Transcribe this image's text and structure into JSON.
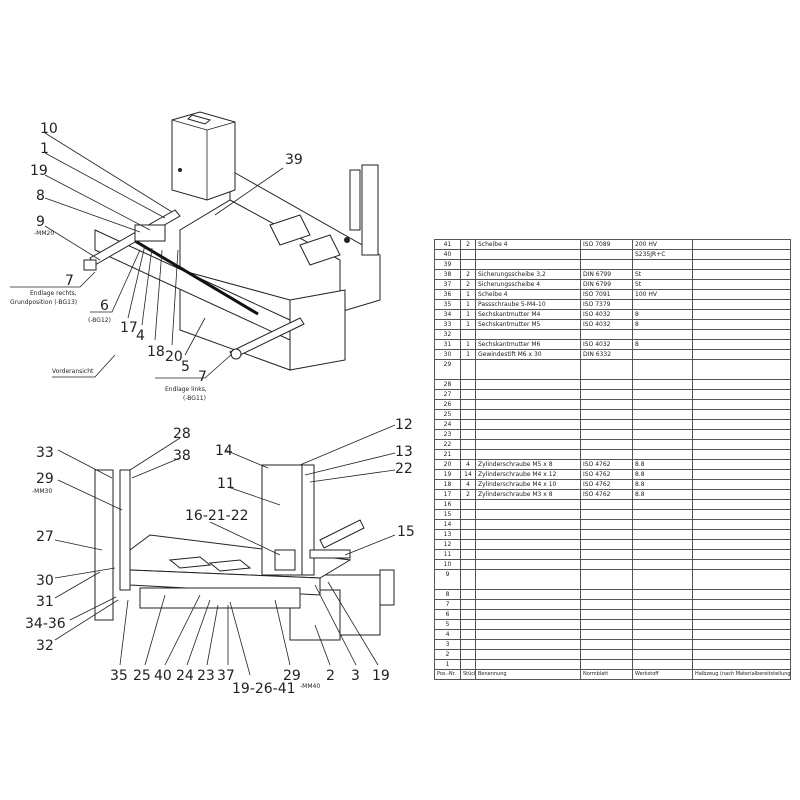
{
  "top_view": {
    "callouts": [
      "10",
      "1",
      "19",
      "8",
      "9",
      "7",
      "6",
      "17",
      "4",
      "18",
      "20",
      "5",
      "7",
      "39"
    ],
    "notes": {
      "mm20": "-MM20",
      "endlage_rechts_1": "Endlage rechts,",
      "endlage_rechts_2": "Grundposition (-BG13)",
      "bg12": "(-BG12)",
      "endlage_links_1": "Endlage links,",
      "endlage_links_2": "(-BG11)",
      "vorderansicht": "Vorderansicht"
    }
  },
  "bottom_view": {
    "callouts": [
      "33",
      "28",
      "38",
      "29",
      "27",
      "30",
      "31",
      "34-36",
      "32",
      "35",
      "25",
      "40",
      "24",
      "23",
      "37",
      "19-26-41",
      "29",
      "2",
      "3",
      "19",
      "14",
      "12",
      "13",
      "22",
      "11",
      "16-21-22",
      "15"
    ],
    "notes": {
      "mm30": "-MM30",
      "mm40": "-MM40"
    }
  },
  "parts_list": {
    "columns": [
      "Pos.-Nr.",
      "Stück",
      "Benennung",
      "Normblatt",
      "Werkstoff",
      "Halbzeug (nach Materialbereitstellungsliste)"
    ],
    "rows": [
      {
        "pos": "41",
        "qty": "2",
        "name": "Scheibe 4",
        "norm": "ISO 7089",
        "material": "200 HV",
        "semi": ""
      },
      {
        "pos": "40",
        "qty": "",
        "name": "",
        "norm": "",
        "material": "S235JR+C",
        "semi": ""
      },
      {
        "pos": "39",
        "qty": "",
        "name": "",
        "norm": "",
        "material": "",
        "semi": ""
      },
      {
        "pos": "38",
        "qty": "2",
        "name": "Sicherungsscheibe 3,2",
        "norm": "DIN 6799",
        "material": "St",
        "semi": ""
      },
      {
        "pos": "37",
        "qty": "2",
        "name": "Sicherungsscheibe 4",
        "norm": "DIN 6799",
        "material": "St",
        "semi": ""
      },
      {
        "pos": "36",
        "qty": "1",
        "name": "Scheibe 4",
        "norm": "ISO 7091",
        "material": "100 HV",
        "semi": ""
      },
      {
        "pos": "35",
        "qty": "1",
        "name": "Passschraube 5-M4-10",
        "norm": "ISO 7379",
        "material": "",
        "semi": ""
      },
      {
        "pos": "34",
        "qty": "1",
        "name": "Sechskantmutter M4",
        "norm": "ISO 4032",
        "material": "8",
        "semi": ""
      },
      {
        "pos": "33",
        "qty": "1",
        "name": "Sechskantmutter M5",
        "norm": "ISO 4032",
        "material": "8",
        "semi": ""
      },
      {
        "pos": "32",
        "qty": "",
        "name": "",
        "norm": "",
        "material": "",
        "semi": ""
      },
      {
        "pos": "31",
        "qty": "1",
        "name": "Sechskantmutter M6",
        "norm": "ISO 4032",
        "material": "8",
        "semi": ""
      },
      {
        "pos": "30",
        "qty": "1",
        "name": "Gewindestift M6 x 30",
        "norm": "DIN 6332",
        "material": "",
        "semi": ""
      },
      {
        "pos": "29",
        "qty": "",
        "name": "",
        "norm": "",
        "material": "",
        "semi": "",
        "tall": true
      },
      {
        "pos": "28",
        "qty": "",
        "name": "",
        "norm": "",
        "material": "",
        "semi": ""
      },
      {
        "pos": "27",
        "qty": "",
        "name": "",
        "norm": "",
        "material": "",
        "semi": ""
      },
      {
        "pos": "26",
        "qty": "",
        "name": "",
        "norm": "",
        "material": "",
        "semi": ""
      },
      {
        "pos": "25",
        "qty": "",
        "name": "",
        "norm": "",
        "material": "",
        "semi": ""
      },
      {
        "pos": "24",
        "qty": "",
        "name": "",
        "norm": "",
        "material": "",
        "semi": ""
      },
      {
        "pos": "23",
        "qty": "",
        "name": "",
        "norm": "",
        "material": "",
        "semi": ""
      },
      {
        "pos": "22",
        "qty": "",
        "name": "",
        "norm": "",
        "material": "",
        "semi": ""
      },
      {
        "pos": "21",
        "qty": "",
        "name": "",
        "norm": "",
        "material": "",
        "semi": ""
      },
      {
        "pos": "20",
        "qty": "4",
        "name": "Zylinderschraube M5 x 8",
        "norm": "ISO 4762",
        "material": "8.8",
        "semi": ""
      },
      {
        "pos": "19",
        "qty": "14",
        "name": "Zylinderschraube M4 x 12",
        "norm": "ISO 4762",
        "material": "8.8",
        "semi": ""
      },
      {
        "pos": "18",
        "qty": "4",
        "name": "Zylinderschraube M4 x 10",
        "norm": "ISO 4762",
        "material": "8.8",
        "semi": ""
      },
      {
        "pos": "17",
        "qty": "2",
        "name": "Zylinderschraube M3 x 8",
        "norm": "ISO 4762",
        "material": "8.8",
        "semi": ""
      },
      {
        "pos": "16",
        "qty": "",
        "name": "",
        "norm": "",
        "material": "",
        "semi": ""
      },
      {
        "pos": "15",
        "qty": "",
        "name": "",
        "norm": "",
        "material": "",
        "semi": ""
      },
      {
        "pos": "14",
        "qty": "",
        "name": "",
        "norm": "",
        "material": "",
        "semi": ""
      },
      {
        "pos": "13",
        "qty": "",
        "name": "",
        "norm": "",
        "material": "",
        "semi": ""
      },
      {
        "pos": "12",
        "qty": "",
        "name": "",
        "norm": "",
        "material": "",
        "semi": ""
      },
      {
        "pos": "11",
        "qty": "",
        "name": "",
        "norm": "",
        "material": "",
        "semi": ""
      },
      {
        "pos": "10",
        "qty": "",
        "name": "",
        "norm": "",
        "material": "",
        "semi": ""
      },
      {
        "pos": "9",
        "qty": "",
        "name": "",
        "norm": "",
        "material": "",
        "semi": "",
        "tall": true
      },
      {
        "pos": "8",
        "qty": "",
        "name": "",
        "norm": "",
        "material": "",
        "semi": ""
      },
      {
        "pos": "7",
        "qty": "",
        "name": "",
        "norm": "",
        "material": "",
        "semi": ""
      },
      {
        "pos": "6",
        "qty": "",
        "name": "",
        "norm": "",
        "material": "",
        "semi": ""
      },
      {
        "pos": "5",
        "qty": "",
        "name": "",
        "norm": "",
        "material": "",
        "semi": ""
      },
      {
        "pos": "4",
        "qty": "",
        "name": "",
        "norm": "",
        "material": "",
        "semi": ""
      },
      {
        "pos": "3",
        "qty": "",
        "name": "",
        "norm": "",
        "material": "",
        "semi": ""
      },
      {
        "pos": "2",
        "qty": "",
        "name": "",
        "norm": "",
        "material": "",
        "semi": ""
      },
      {
        "pos": "1",
        "qty": "",
        "name": "",
        "norm": "",
        "material": "",
        "semi": ""
      }
    ]
  }
}
